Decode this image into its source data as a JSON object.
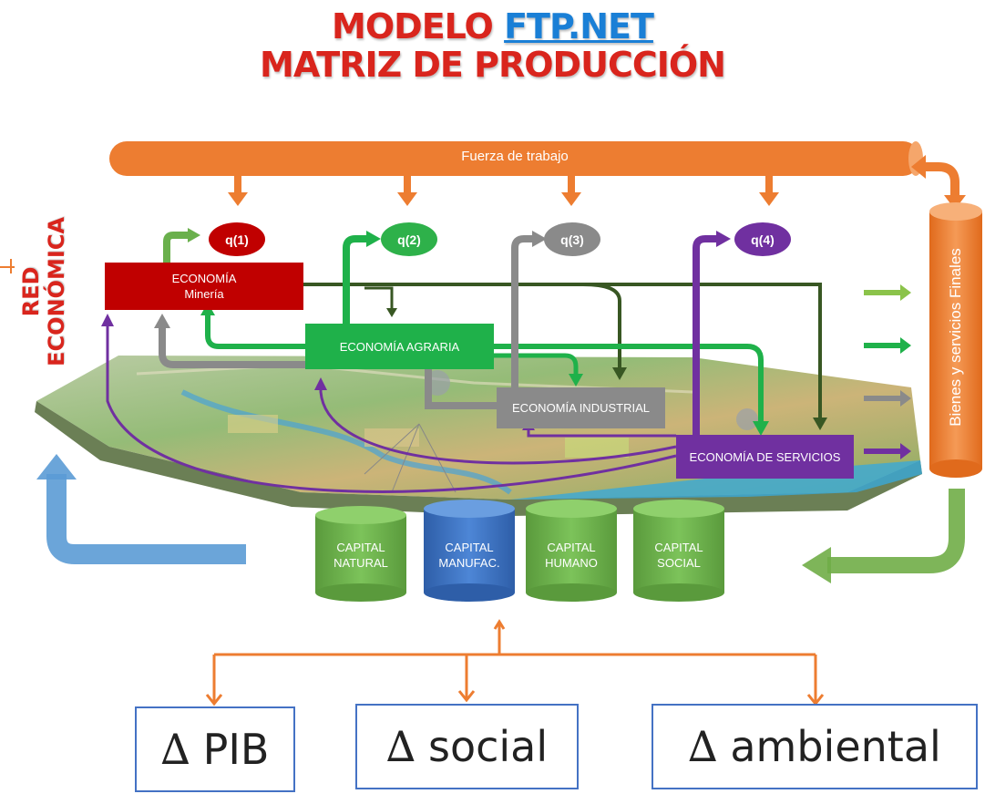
{
  "title": {
    "line1_prefix": "MODELO ",
    "line1_link": "FTP.NET",
    "line2": "MATRIZ DE PRODUCCIÓN"
  },
  "side_label": "RED ECONÓMICA",
  "workforce": "Fuerza de trabajo",
  "final_goods": "Bienes y servicios  Finales",
  "outputs": [
    {
      "label": "q(1)",
      "color": "#c00000"
    },
    {
      "label": "q(2)",
      "color": "#2eb14a"
    },
    {
      "label": "q(3)",
      "color": "#8a8a8a"
    },
    {
      "label": "q(4)",
      "color": "#7030a0"
    }
  ],
  "sectors": {
    "mineria": {
      "line1": "ECONOMÍA",
      "line2": "Minería",
      "color": "#c00000"
    },
    "agraria": {
      "label": "ECONOMÍA AGRARIA",
      "color": "#1fb14a"
    },
    "industrial": {
      "label": "ECONOMÍA INDUSTRIAL",
      "color": "#8a8a8a"
    },
    "servicios": {
      "label": "ECONOMÍA DE SERVICIOS",
      "color": "#7030a0"
    }
  },
  "capitals": [
    {
      "line1": "CAPITAL",
      "line2": "NATURAL",
      "color": "#6ab04c"
    },
    {
      "line1": "CAPITAL",
      "line2": "MANUFAC.",
      "color": "#3a6fc4"
    },
    {
      "line1": "CAPITAL",
      "line2": "HUMANO",
      "color": "#6ab04c"
    },
    {
      "line1": "CAPITAL",
      "line2": "SOCIAL",
      "color": "#6ab04c"
    }
  ],
  "indicators": [
    {
      "symbol": "∆",
      "label": "PIB"
    },
    {
      "symbol": "∆",
      "label": "social"
    },
    {
      "symbol": "∆",
      "label": "ambiental"
    }
  ],
  "colors": {
    "orange": "#ed7d31",
    "title_red": "#d9251d",
    "link_blue": "#1a7fd6",
    "box_border": "#4472c4",
    "feedback_blue": "#5b9bd5",
    "feedback_green": "#70ad47"
  }
}
